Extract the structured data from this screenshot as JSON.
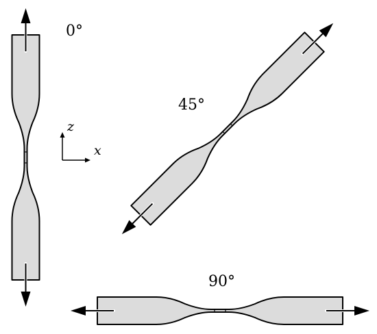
{
  "labels": {
    "angle_0": "0°",
    "angle_45": "45°",
    "angle_90": "90°"
  },
  "axes": {
    "vertical": "z",
    "horizontal": "x"
  },
  "colors": {
    "specimen_fill": "#dcdcdc",
    "outline": "#000000"
  }
}
